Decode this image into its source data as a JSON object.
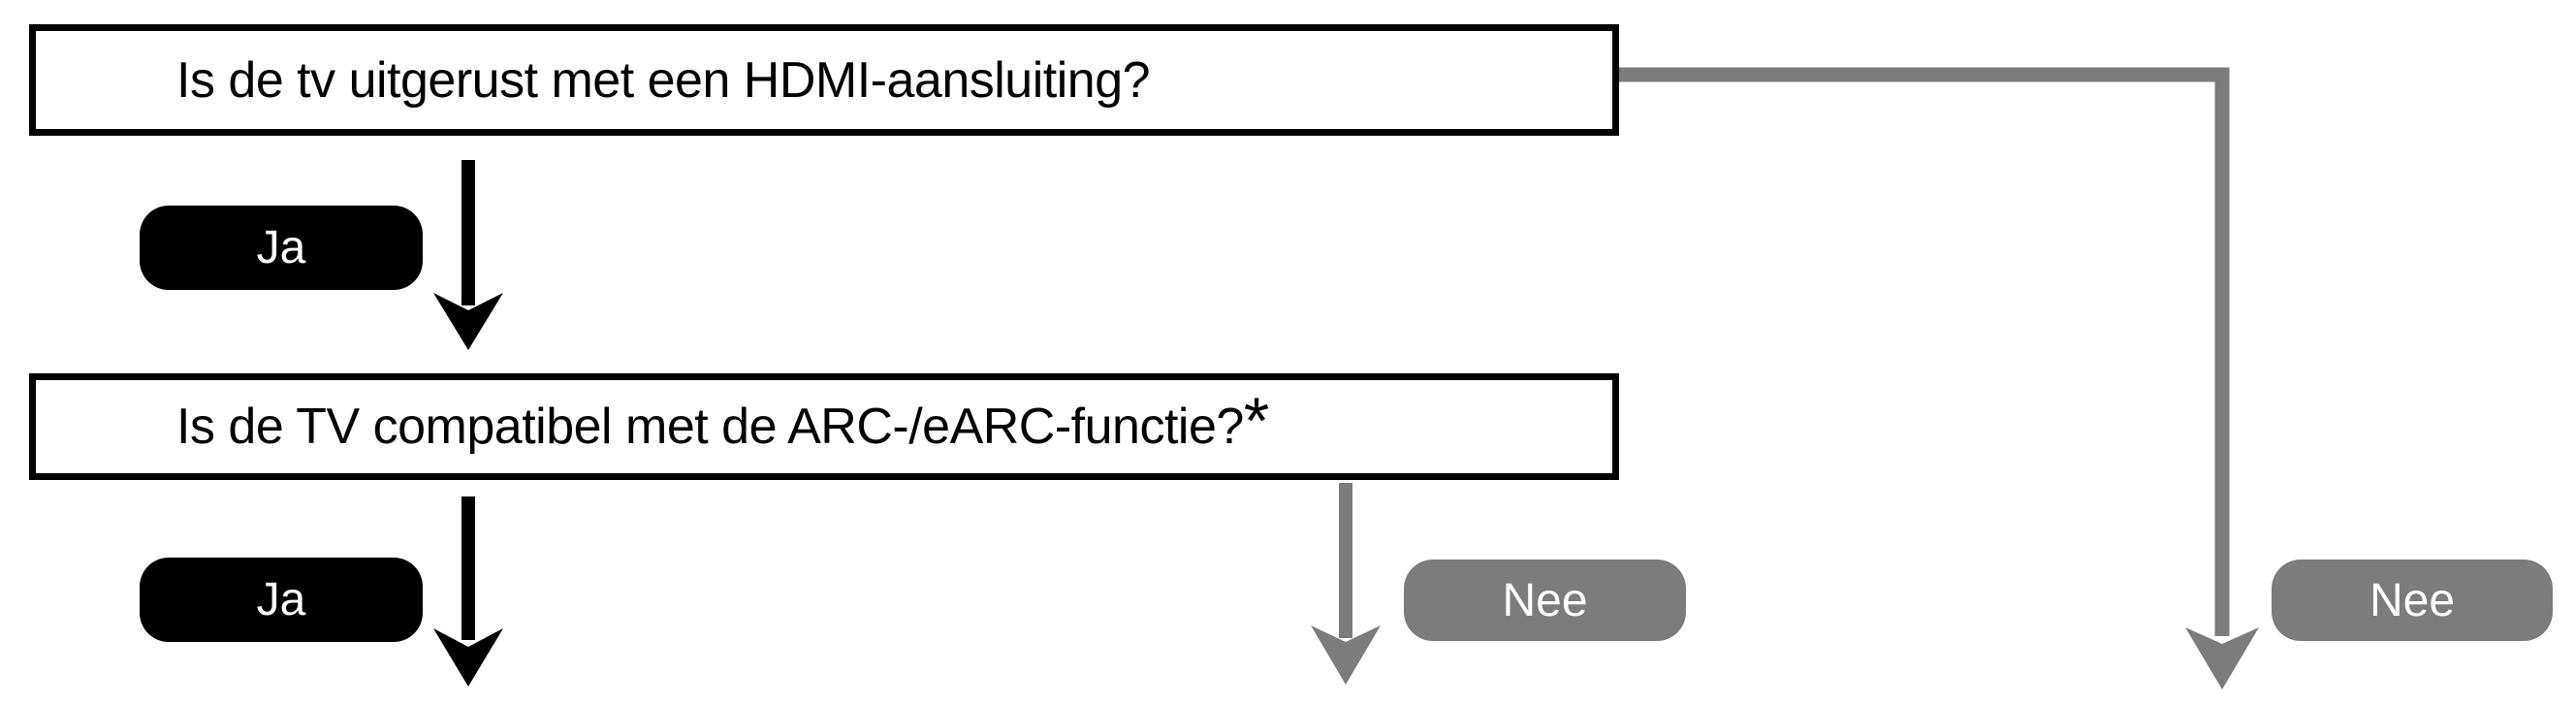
{
  "colors": {
    "black": "#000000",
    "gray": "#7c7c7c",
    "white": "#ffffff",
    "background": "#ffffff"
  },
  "flowchart": {
    "questions": [
      {
        "text": "Is de tv uitgerust met een HDMI-aansluiting?"
      },
      {
        "text": "Is de TV compatibel met de ARC-/eARC-functie?",
        "footnote_marker": "*"
      }
    ],
    "answers": {
      "yes_label": "Ja",
      "no_label": "Nee"
    }
  }
}
